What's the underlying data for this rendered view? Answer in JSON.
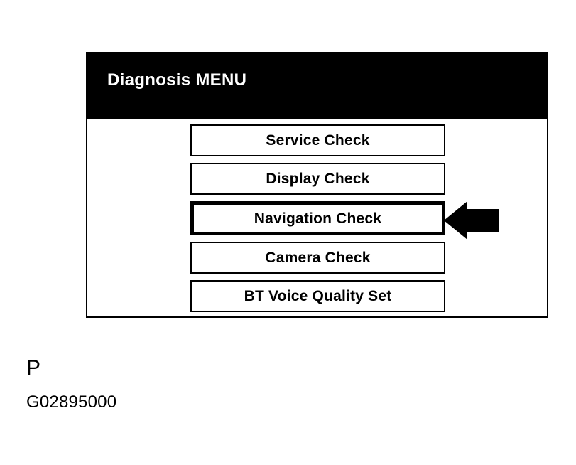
{
  "panel": {
    "title": "Diagnosis MENU",
    "header_bg": "#000000",
    "header_fg": "#ffffff",
    "body_bg": "#ffffff",
    "border_color": "#000000"
  },
  "menu": {
    "items": [
      {
        "label": "Service Check",
        "selected": false
      },
      {
        "label": "Display Check",
        "selected": false
      },
      {
        "label": "Navigation Check",
        "selected": true
      },
      {
        "label": "Camera Check",
        "selected": false
      },
      {
        "label": "BT Voice Quality Set",
        "selected": false
      }
    ],
    "selected_index": 2
  },
  "annotation": {
    "pointer_icon": "left-arrow-icon",
    "pointer_target": "Navigation Check",
    "pointer_color": "#000000"
  },
  "caption": {
    "marker": "P",
    "figure_code": "G02895000"
  }
}
